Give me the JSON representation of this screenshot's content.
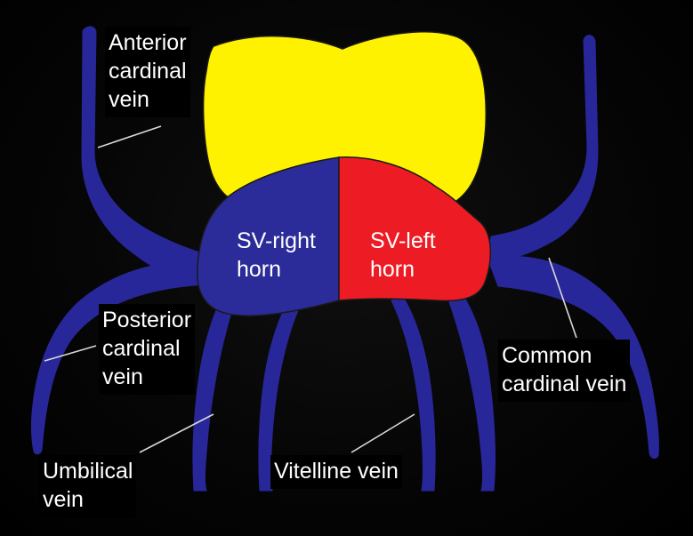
{
  "colors": {
    "background": "#000000",
    "vein": "#28279a",
    "atrium": "#fff200",
    "sv_right": "#2b2b9a",
    "sv_left": "#ed1c24",
    "outline": "#1a1a1a",
    "leader": "#d9d9d9",
    "label_text": "#ffffff"
  },
  "horns": {
    "right": {
      "line1": "SV-right",
      "line2": "horn"
    },
    "left": {
      "line1": "SV-left",
      "line2": "horn"
    }
  },
  "labels": {
    "anterior_cardinal": {
      "line1": "Anterior",
      "line2": "cardinal",
      "line3": "vein"
    },
    "posterior_cardinal": {
      "line1": "Posterior",
      "line2": "cardinal",
      "line3": "vein"
    },
    "common_cardinal": {
      "line1": "Common",
      "line2": "cardinal vein"
    },
    "umbilical": {
      "line1": "Umbilical",
      "line2": "vein"
    },
    "vitelline": {
      "line1": "Vitelline vein"
    }
  }
}
